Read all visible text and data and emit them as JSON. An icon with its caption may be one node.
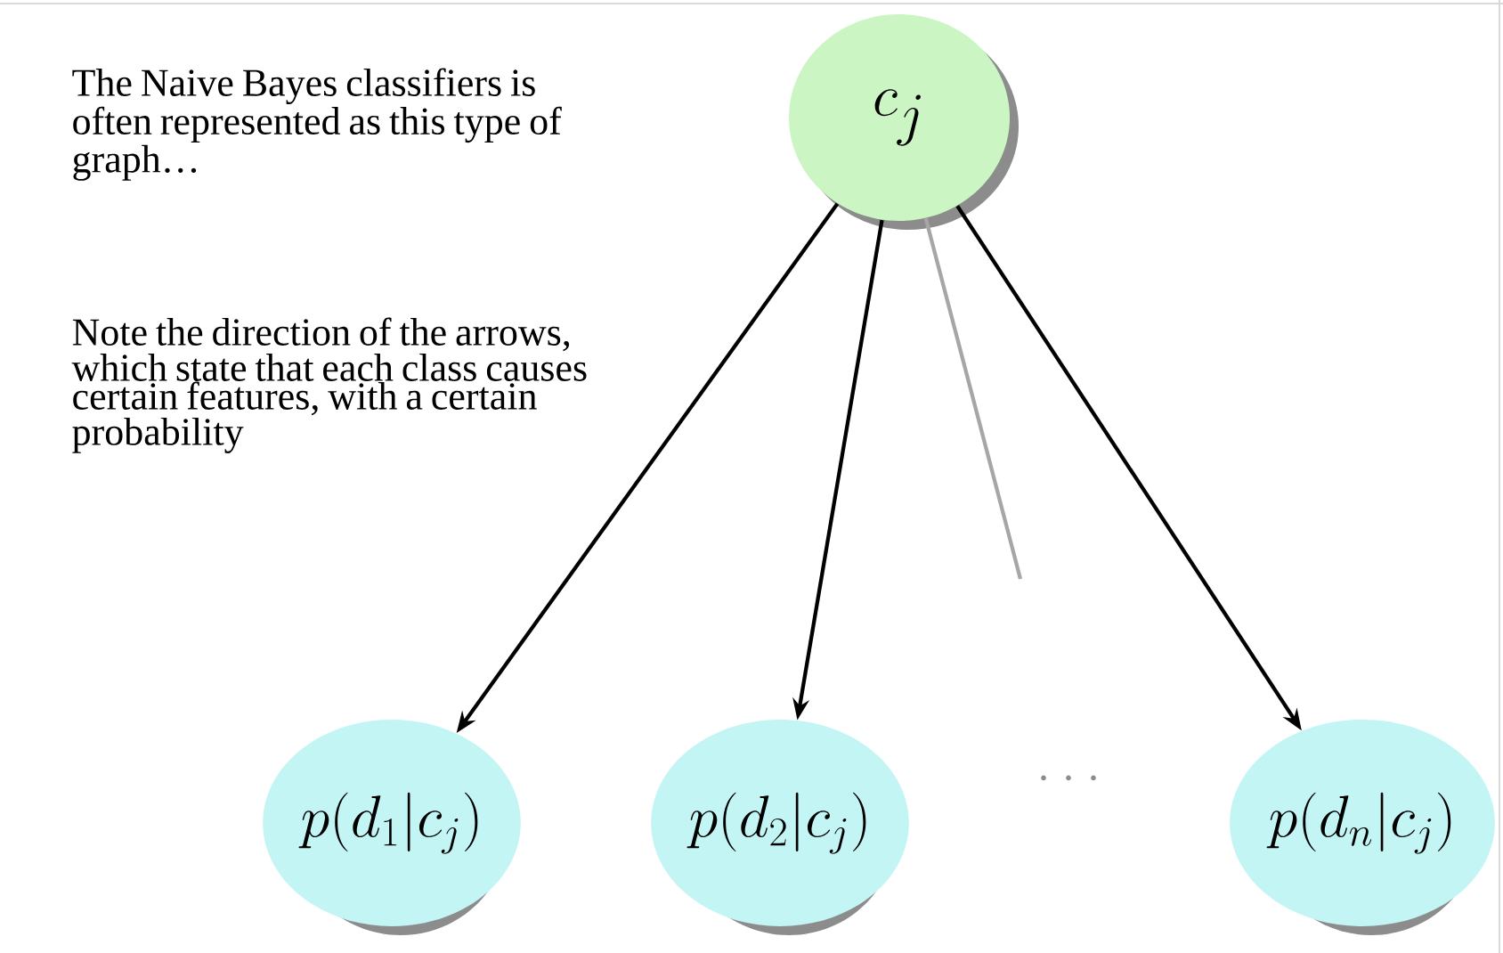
{
  "diagram": {
    "nodes": [
      {
        "text": [
          "c_j"
        ]
      },
      {
        "text": [
          "p(d_1|c_j)"
        ]
      },
      {
        "text": [
          "p(d_2|c_j)"
        ]
      },
      {
        "text": [
          "p(d_n|c_j)"
        ]
      }
    ],
    "edges": [
      {
        "from": 0,
        "to": 1,
        "arrow": "to"
      },
      {
        "from": 0,
        "to": 2,
        "arrow": "to"
      },
      {
        "from": 0,
        "to": null,
        "arrow": "none",
        "color": "#a6a6a6"
      },
      {
        "from": 0,
        "to": 3,
        "arrow": "to"
      }
    ],
    "labels": [
      "The Naive Bayes classifiers is often represented as this type of graph…",
      "Note the direction of the arrows, which state that each class causes certain features, with a certain probability",
      "· · ·"
    ]
  }
}
